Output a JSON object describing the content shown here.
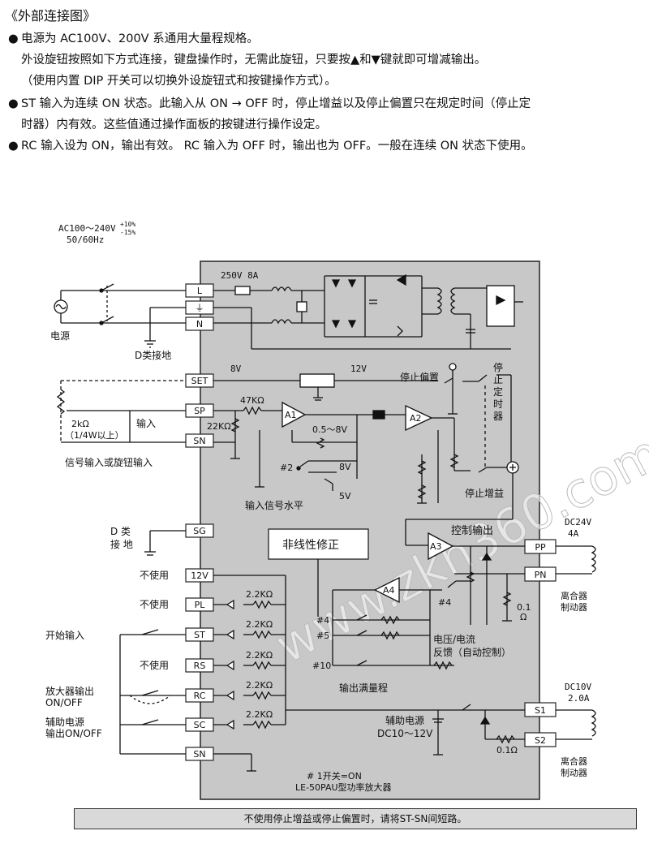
{
  "intro": {
    "title": "《外部连接图》",
    "bullet1_line1": "电源为 AC100V、200V 系通用大量程规格。",
    "bullet1_line2": "外设旋钮按照如下方式连接，键盘操作时，无需此旋钮，只要按▲和▼键就即可增减输出。",
    "bullet1_line3": "（使用内置 DIP 开关可以切换外设旋钮式和按键操作方式）。",
    "bullet2_line1": "ST 输入为连续 ON 状态。此输入从 ON → OFF 时，停止增益以及停止偏置只在规定时间（停止定",
    "bullet2_line2": "时器）内有效。这些值通过操作面板的按键进行操作设定。",
    "bullet3_line1": "RC 输入设为 ON，输出有效。 RC 输入为 OFF 时，输出也为 OFF。一般在连续 ON 状态下使用。",
    "bullet_symbol": "●"
  },
  "diagram": {
    "supply_line1": "AC100～240V",
    "supply_tol_plus": "+10%",
    "supply_tol_minus": "-15%",
    "supply_line2": "50/60Hz",
    "fuse_label": "250V 8A",
    "power_source": "电源",
    "ground_d": "D类接地",
    "terminals": {
      "L": "L",
      "G": "⏚",
      "N": "N",
      "SET": "SET",
      "SP": "SP",
      "SN": "SN",
      "SG": "SG",
      "V12": "12V",
      "PL": "PL",
      "ST": "ST",
      "RS": "RS",
      "RC": "RC",
      "SC": "SC",
      "SN2": "SN",
      "PP": "PP",
      "PN": "PN",
      "S1": "S1",
      "S2": "S2"
    },
    "v8": "8V",
    "v12": "12V",
    "stop_bias": "停止偏置",
    "stop_timer": "停止定时器",
    "r47k": "47KΩ",
    "r22k": "22KΩ",
    "pot": "2kΩ",
    "pot_spec": "（1/4W以上）",
    "input_label": "输入",
    "amp_a1": "A1",
    "amp_a2": "A2",
    "amp_a3": "A3",
    "amp_a4": "A4",
    "range": "0.5～8V",
    "sw2": "#2",
    "v8b": "8V",
    "v5": "5V",
    "signal_input": "信号输入或旋钮输入",
    "input_level": "输入信号水平",
    "stop_gain": "停止增益",
    "nonlinear": "非线性修正",
    "control_output": "控制输出",
    "dc24": "DC24V",
    "a4": "4A",
    "clutch1": "离合器制动器",
    "d_ground": "D 类\n接 地",
    "d_ground_l1": "D 类",
    "d_ground_l2": "接 地",
    "unused": "不使用",
    "start_input": "开始输入",
    "amp_out_l1": "放大器输出",
    "amp_out_l2": "ON/OFF",
    "aux_out_l1": "辅助电源",
    "aux_out_l2": "输出ON/OFF",
    "r2k2": "2.2KΩ",
    "sw4": "#4",
    "sw5": "#5",
    "sw10": "#10",
    "sw4b": "#4",
    "vi_fb_l1": "电压/电流",
    "vi_fb_l2": "反馈（自动控制）",
    "full_scale": "输出满量程",
    "r01": "0.1",
    "ohm": "Ω",
    "dc10": "DC10V",
    "a2": "2.0A",
    "aux_supply_l1": "辅助电源",
    "aux_supply_l2": "DC10～12V",
    "r01b": "0.1Ω",
    "clutch2": "离合器制动器",
    "sw1_note": "# 1开关=ON",
    "model": "LE-50PAU型功率放大器",
    "watermark": "www.zkh360.com"
  },
  "footer_note": "不使用停止增益或停止偏置时，请将ST-SN间短路。"
}
